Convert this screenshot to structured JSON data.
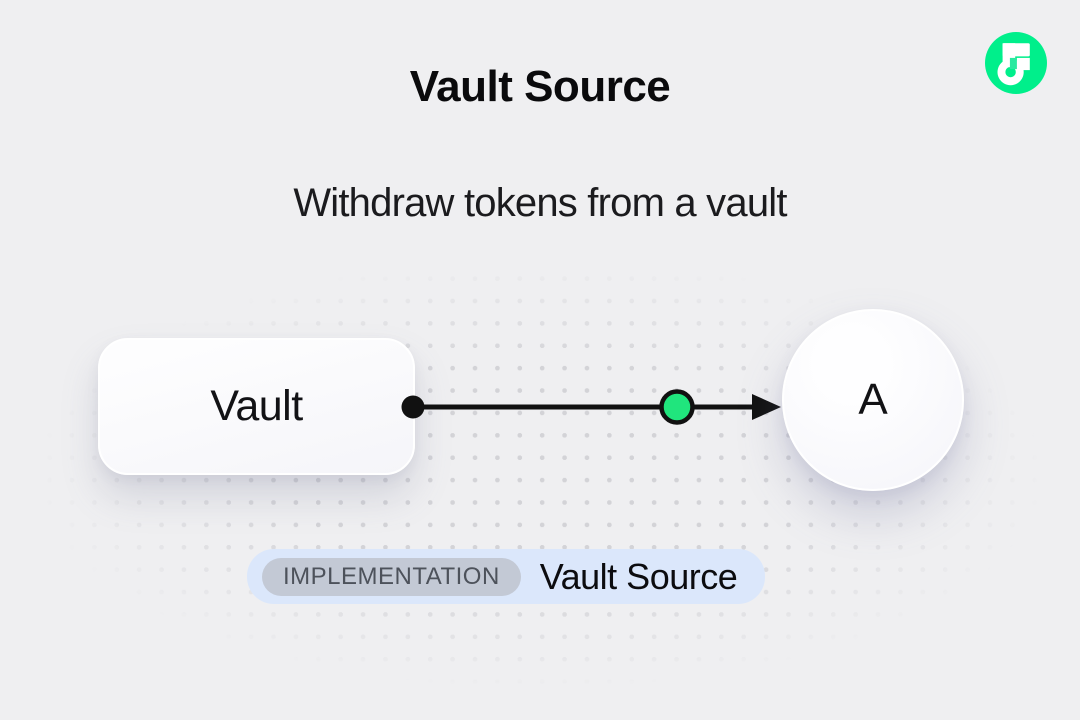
{
  "header": {
    "title": "Vault Source",
    "subtitle": "Withdraw tokens from a vault"
  },
  "logo": {
    "label": "Flow",
    "circle_color": "#00EF8B",
    "glyph_color": "#FFFFFF",
    "notch_color": "#2BE9A0"
  },
  "diagram": {
    "source_node": {
      "label": "Vault"
    },
    "target_node": {
      "label": "A"
    },
    "connector": {
      "line_color": "#111111",
      "token_color": "#20E57D"
    }
  },
  "caption": {
    "tag": "IMPLEMENTATION",
    "title": "Vault Source",
    "bg_color": "#DBE7FB",
    "tag_bg_color": "#C3C9D5",
    "tag_text_color": "#4D525B"
  }
}
